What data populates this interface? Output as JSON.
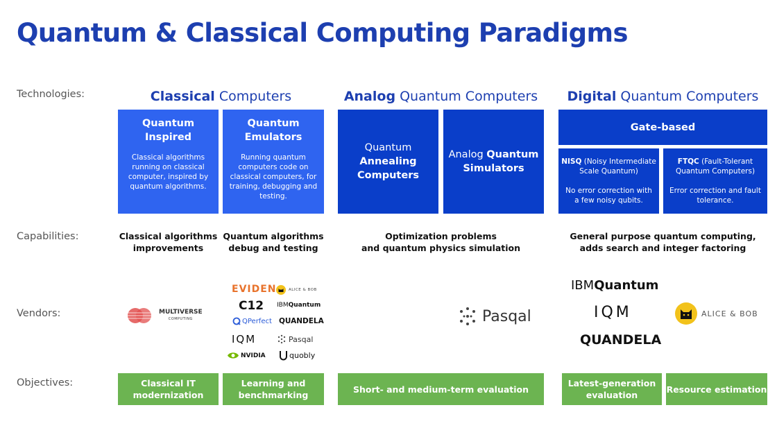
{
  "title": "Quantum & Classical Computing Paradigms",
  "row_labels": {
    "technologies": "Technologies:",
    "capabilities": "Capabilities:",
    "vendors": "Vendors:",
    "objectives": "Objectives:"
  },
  "columns": {
    "classical": {
      "bold": "Classical",
      "rest": " Computers"
    },
    "analog": {
      "bold": "Analog",
      "rest": " Quantum Computers"
    },
    "digital": {
      "bold": "Digital",
      "rest": " Quantum Computers"
    }
  },
  "boxes": {
    "quantum_inspired": {
      "head": "Quantum\nInspired",
      "desc": "Classical algorithms\nrunning on classical\ncomputer, inspired by\nquantum algorithms."
    },
    "quantum_emulators": {
      "head": "Quantum\nEmulators",
      "desc": "Running quantum\ncomputers code on\nclassical computers, for\ntraining, debugging and\ntesting."
    },
    "annealing": {
      "l1": "Quantum",
      "l2": "Annealing",
      "l3": "Computers"
    },
    "simulators": {
      "l1a": "Analog ",
      "l1b": "Quantum",
      "l2": "Simulators"
    },
    "gate_based": "Gate-based",
    "nisq": {
      "bold": "NISQ",
      "rest": " (Noisy Intermediate\nScale Quantum)",
      "desc": "No error correction with\na few noisy qubits."
    },
    "ftqc": {
      "bold": "FTQC",
      "rest": " (Fault-Tolerant\nQuantum Computers)",
      "desc": "Error correction and fault\ntolerance."
    }
  },
  "capabilities": {
    "classical_improvements": "Classical algorithms\nimprovements",
    "debug_testing": "Quantum algorithms\ndebug and testing",
    "optimization": "Optimization problems\nand quantum physics simulation",
    "general_purpose": "General purpose quantum computing,\nadds search and integer factoring"
  },
  "vendors": {
    "multiverse": {
      "name": "MULTIVERSE",
      "sub": "COMPUTING"
    },
    "eviden": "EVIDEN",
    "alice_bob_small": "ALICE & BOB",
    "c12": "C12",
    "ibm_small": {
      "a": "IBM ",
      "b": "Quantum"
    },
    "qperfect": "QPerfect",
    "quandela_small": "QUANDELA",
    "iqm_small": "IQM",
    "pasqal_small": "Pasqal",
    "nvidia": "NVIDIA",
    "quobly": "quobly",
    "pasqal_large": "Pasqal",
    "ibm_large": {
      "a": "IBM ",
      "b": "Quantum"
    },
    "iqm_large": "IQM",
    "quandela_large": "QUANDELA",
    "alice_bob_large": "ALICE & BOB"
  },
  "objectives": {
    "classical_it": "Classical IT\nmodernization",
    "learning": "Learning and\nbenchmarking",
    "short_medium": "Short- and medium-term evaluation",
    "latest_gen": "Latest-generation\nevaluation",
    "resource": "Resource estimation"
  },
  "colors": {
    "title_blue": "#1d3fb0",
    "box_light_blue": "#2f64f0",
    "box_dark_blue": "#0a3ec9",
    "objective_green": "#6cb451"
  }
}
